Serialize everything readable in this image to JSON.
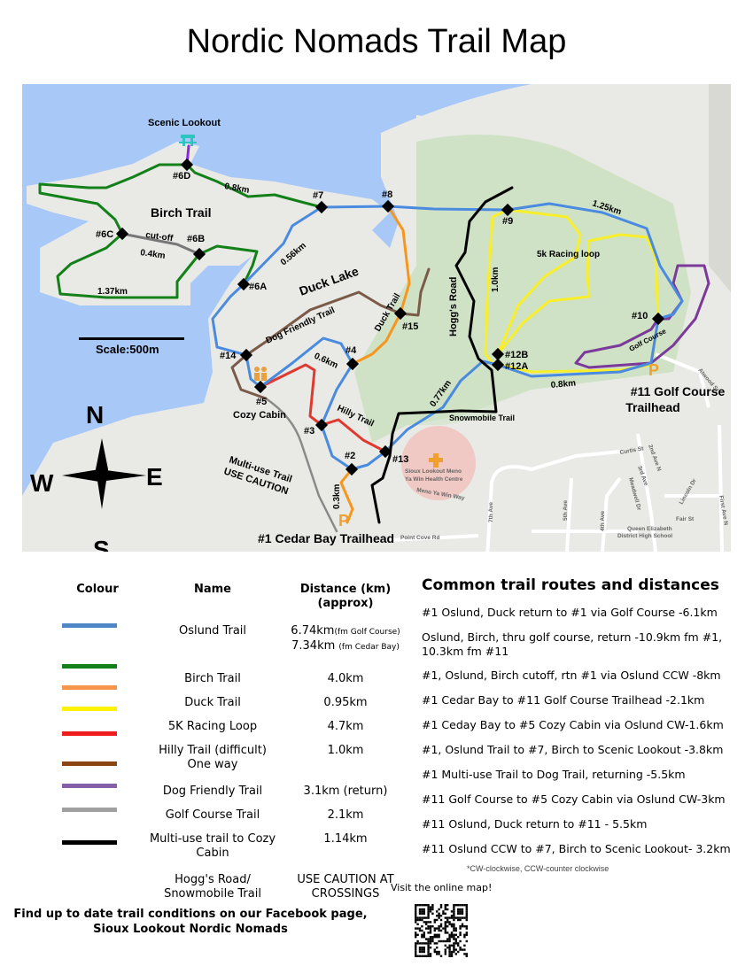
{
  "title": "Nordic Nomads Trail Map",
  "map": {
    "nodes": {
      "n6D": "#6D",
      "n7": "#7",
      "n8": "#8",
      "n9": "#9",
      "n6C": "#6C",
      "n6B": "#6B",
      "n6A": "#6A",
      "n15": "#15",
      "n14": "#14",
      "n4": "#4",
      "n5": "#5",
      "n3": "#3",
      "n2": "#2",
      "n13": "#13",
      "n12B": "#12B",
      "n12A": "#12A",
      "n10": "#10"
    },
    "labels": {
      "scenic_lookout": "Scenic Lookout",
      "birch_trail": "Birch Trail",
      "cutoff": "cut-off",
      "d04": "0.4km",
      "d137": "1.37km",
      "d08a": "0.8km",
      "d056": "0.56km",
      "duck_lake": "Duck Lake",
      "dog_trail": "Dog Friendly Trail",
      "duck_trail": "Duck Trail",
      "hoggs_road": "Hogg's Road",
      "d10": "1.0km",
      "d125": "1.25km",
      "racing_loop": "5k Racing loop",
      "golf_course": "Golf Course",
      "d08b": "0.8km",
      "golf_trailhead_1": "#11 Golf Course",
      "golf_trailhead_2": "Trailhead",
      "scale": "Scale:500m",
      "d06": "0.6km",
      "cozy_cabin": "Cozy Cabin",
      "hilly_trail": "Hilly Trail",
      "d077": "0.77km",
      "snowmobile": "Snowmobile Trail",
      "multiuse_1": "Multi-use Trail",
      "multiuse_2": "USE CAUTION",
      "d03": "0.3km",
      "cedar_trailhead": "#1 Cedar Bay Trailhead",
      "hospital_1": "Sioux Lookout Meno",
      "hospital_2": "Ya Win Health Centre",
      "meno_way": "Meno Ya Win Way",
      "point_cove": "Point Cove Rd",
      "school_1": "Queen Elizabeth",
      "school_2": "District High School",
      "atwood": "Atwood St",
      "curtis": "Curtis St",
      "ave2": "2nd Ave N",
      "ave3": "3rd Ave",
      "meadow": "Meadwell Dr",
      "lincoln": "Lincoln Dr",
      "first_ave": "First Ave N",
      "fair": "Fair St",
      "ave5": "5th Ave",
      "ave4": "4th Ave",
      "ave7": "7th Ave",
      "parking": "P"
    },
    "compass": {
      "n": "N",
      "s": "S",
      "e": "E",
      "w": "W"
    }
  },
  "legend": {
    "headers": {
      "colour": "Colour",
      "name": "Name",
      "distance_1": "Distance (km)",
      "distance_2": "(approx)"
    },
    "rows": [
      {
        "color": "#4f86c6",
        "name": "Oslund Trail",
        "dist": "6.74km",
        "dist_note": "(fm Golf Course)",
        "dist2": "7.34km",
        "dist2_note": "(fm Cedar Bay)"
      },
      {
        "color": "#13801a",
        "name": "Birch Trail",
        "dist": "4.0km"
      },
      {
        "color": "#f7964a",
        "name": "Duck Trail",
        "dist": "0.95km"
      },
      {
        "color": "#fff200",
        "name": "5K Racing Loop",
        "dist": "4.7km"
      },
      {
        "color": "#ee1c1c",
        "name": "Hilly Trail (difficult)",
        "name2": "One way",
        "dist": "1.0km"
      },
      {
        "color": "#8b4513",
        "name": "Dog Friendly Trail",
        "dist": "3.1km (return)"
      },
      {
        "color": "#8560a8",
        "name": "Golf Course Trail",
        "dist": "2.1km"
      },
      {
        "color": "#a0a0a0",
        "name": "Multi-use trail to Cozy",
        "name2": "Cabin",
        "dist": "1.14km"
      },
      {
        "color": "#000000",
        "name": "Hogg's Road/",
        "name2": "Snowmobile Trail",
        "dist": "USE CAUTION AT",
        "dist2": "CROSSINGS"
      }
    ]
  },
  "routes": {
    "title": "Common trail routes and distances",
    "items": [
      "#1 Oslund, Duck return to #1 via Golf Course -6.1km",
      " Oslund, Birch, thru golf course, return -10.9km fm #1, 10.3km fm #11",
      "#1, Oslund, Birch cutoff, rtn #1 via Oslund CCW -8km",
      "#1 Cedar Bay to #11 Golf Course Trailhead -2.1km",
      "#1 Ceday Bay to #5 Cozy Cabin via Oslund CW-1.6km",
      "#1, Oslund Trail to #7, Birch to Scenic Lookout -3.8km",
      "#1 Multi-use Trail to Dog Trail, returning -5.5km",
      "#11 Golf Course to #5 Cozy Cabin via Oslund CW-3km",
      "#11 Oslund, Duck return to #11 - 5.5km",
      "#11 Oslund CCW to #7, Birch to Scenic Lookout- 3.2km"
    ],
    "note": "*CW-clockwise, CCW-counter clockwise"
  },
  "footer": {
    "facebook_1": "Find up to date trail conditions on our Facebook page,",
    "facebook_2": "Sioux Lookout Nordic Nomads",
    "online": "Visit the online map!"
  },
  "colors": {
    "water": "#a8c8f8",
    "land": "#e9eae5",
    "forest": "#cfe2c6"
  }
}
